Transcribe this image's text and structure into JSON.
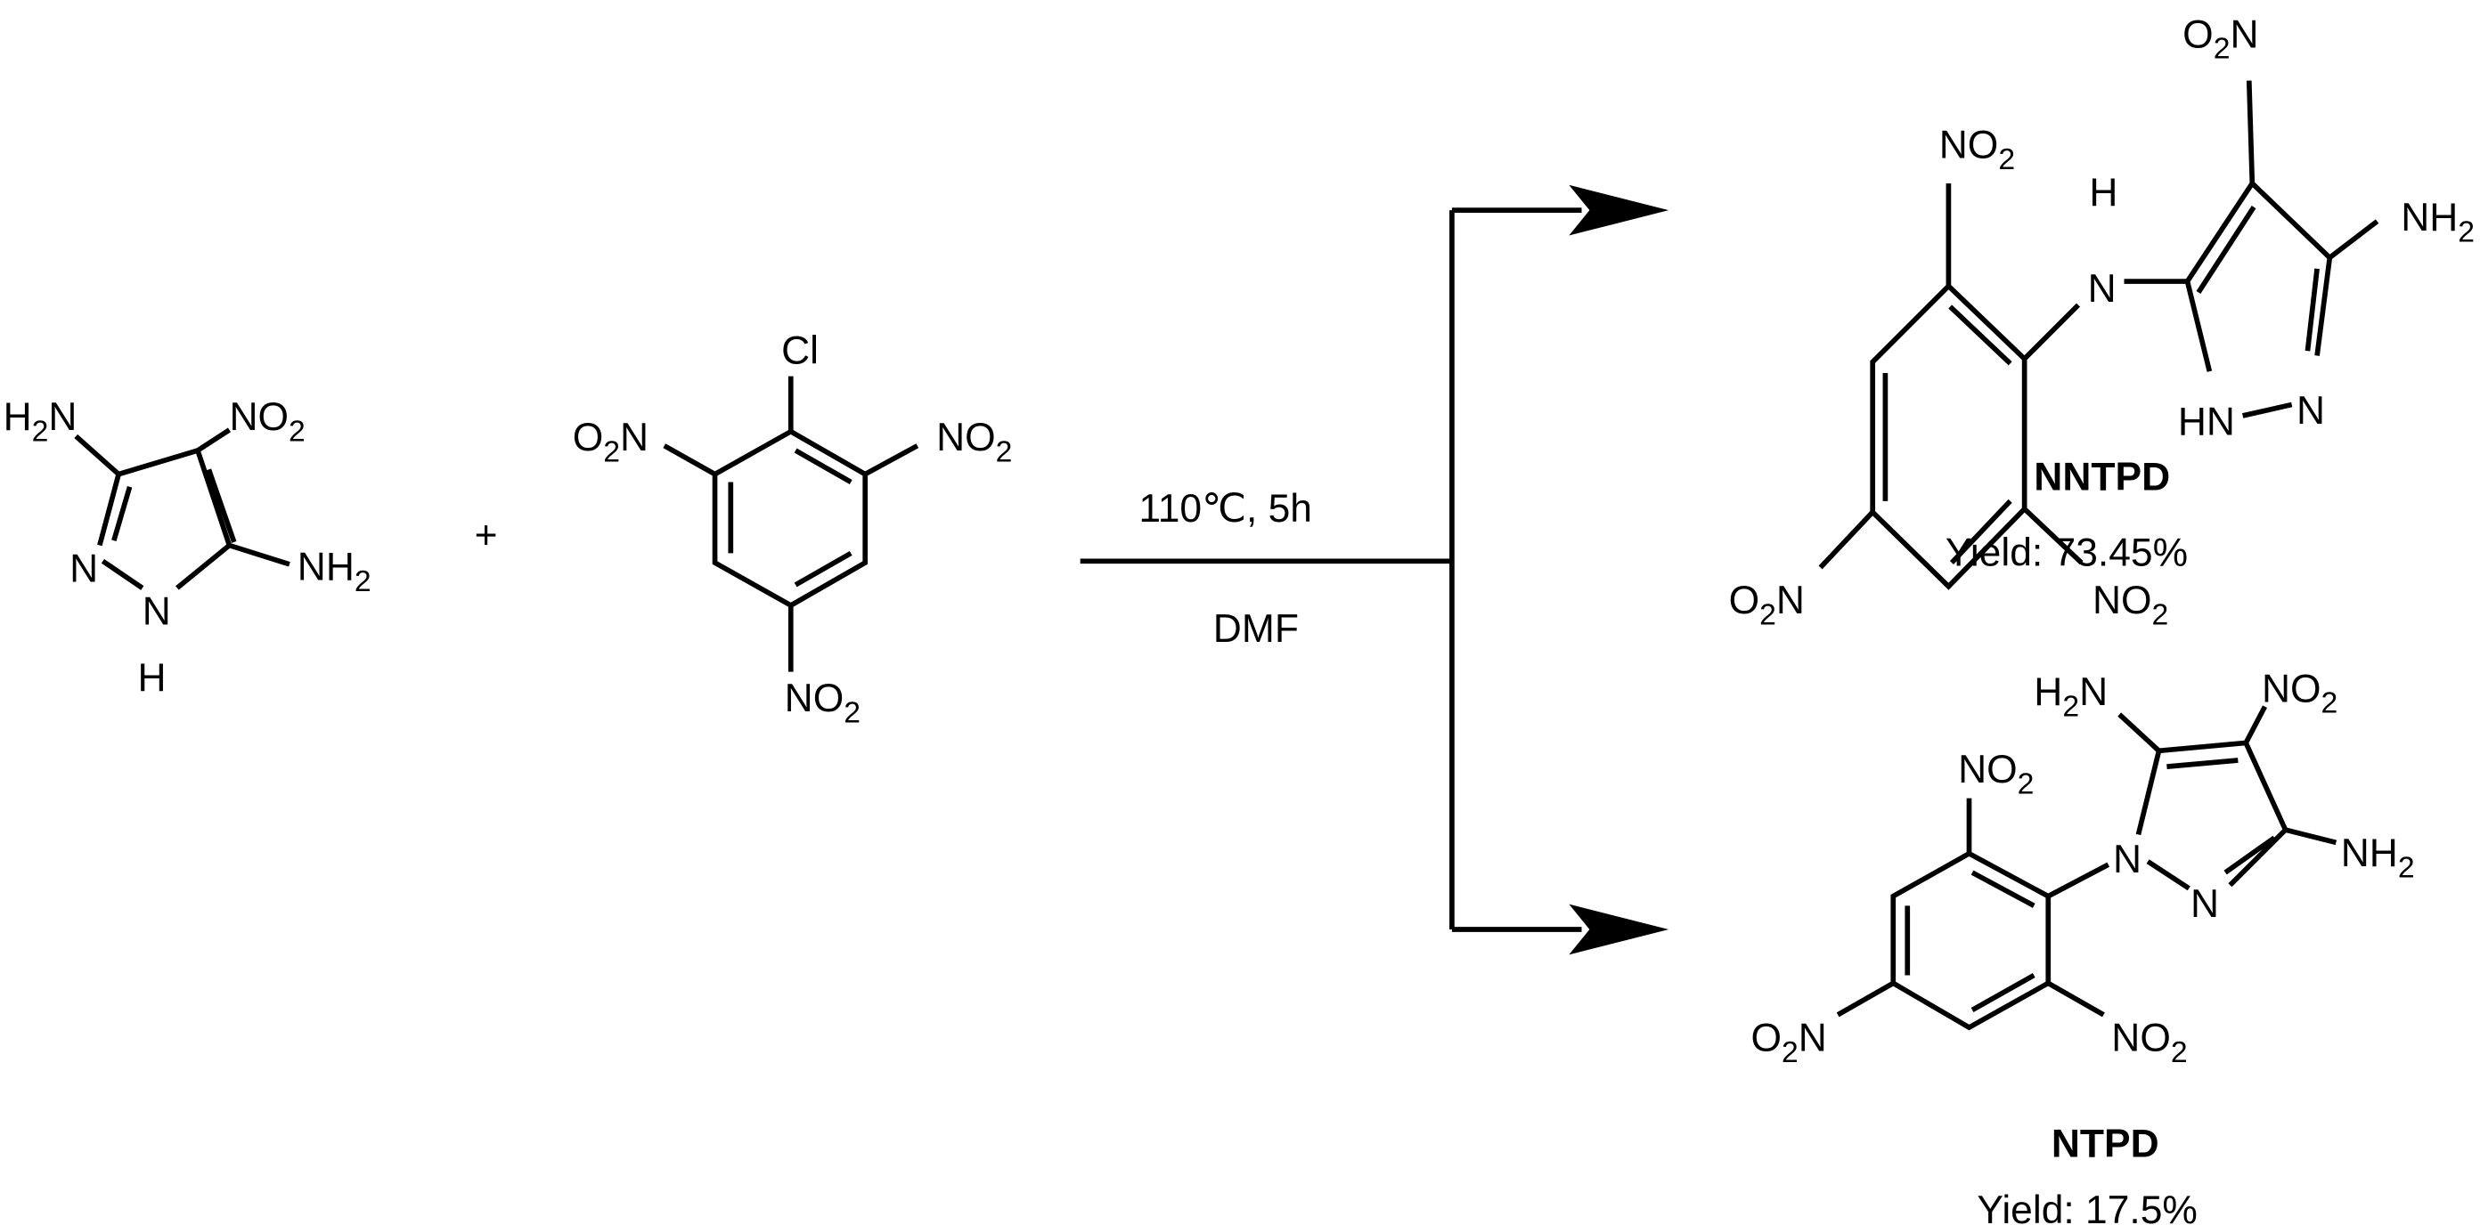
{
  "reactant1": {
    "nh2_left": "H2N",
    "no2": "NO2",
    "nh2_right": "NH2",
    "n2": "N",
    "n1": "N",
    "h": "H"
  },
  "plus": "+",
  "reactant2": {
    "cl": "Cl",
    "o2n_left": "O2N",
    "no2_right": "NO2",
    "no2_bottom": "NO2"
  },
  "conditions": {
    "above": "110℃, 5h",
    "below": "DMF"
  },
  "product1": {
    "name": "NNTPD",
    "yield": "Yield: 73.45%",
    "no2_top": "NO2",
    "o2n_left": "O2N",
    "no2_bottom": "NO2",
    "h": "H",
    "n_bridge": "N",
    "o2n_pyrazole": "O2N",
    "nh2": "NH2",
    "hn": "HN",
    "n": "N"
  },
  "product2": {
    "name": "NTPD",
    "yield": "Yield: 17.5%",
    "no2_top": "NO2",
    "o2n_left": "O2N",
    "no2_bottom": "NO2",
    "h2n": "H2N",
    "no2_pyrazole": "NO2",
    "nh2": "NH2",
    "n1": "N",
    "n2": "N"
  },
  "colors": {
    "ink": "#000000",
    "background": "#ffffff"
  }
}
